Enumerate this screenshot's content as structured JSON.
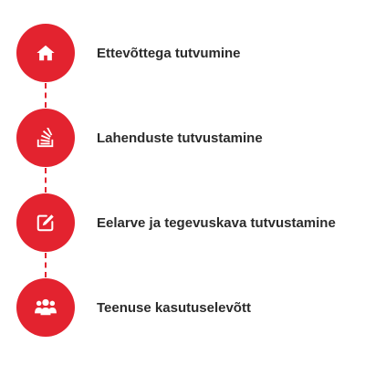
{
  "accent_color": "#e3232f",
  "steps": [
    {
      "icon": "home-icon",
      "label": "Ettevõttega tutvumine"
    },
    {
      "icon": "stack-overflow-icon",
      "label": "Lahenduste tutvustamine"
    },
    {
      "icon": "edit-icon",
      "label": "Eelarve ja tegevuskava tutvustamine"
    },
    {
      "icon": "users-icon",
      "label": "Teenuse kasutuselevõtt"
    }
  ]
}
